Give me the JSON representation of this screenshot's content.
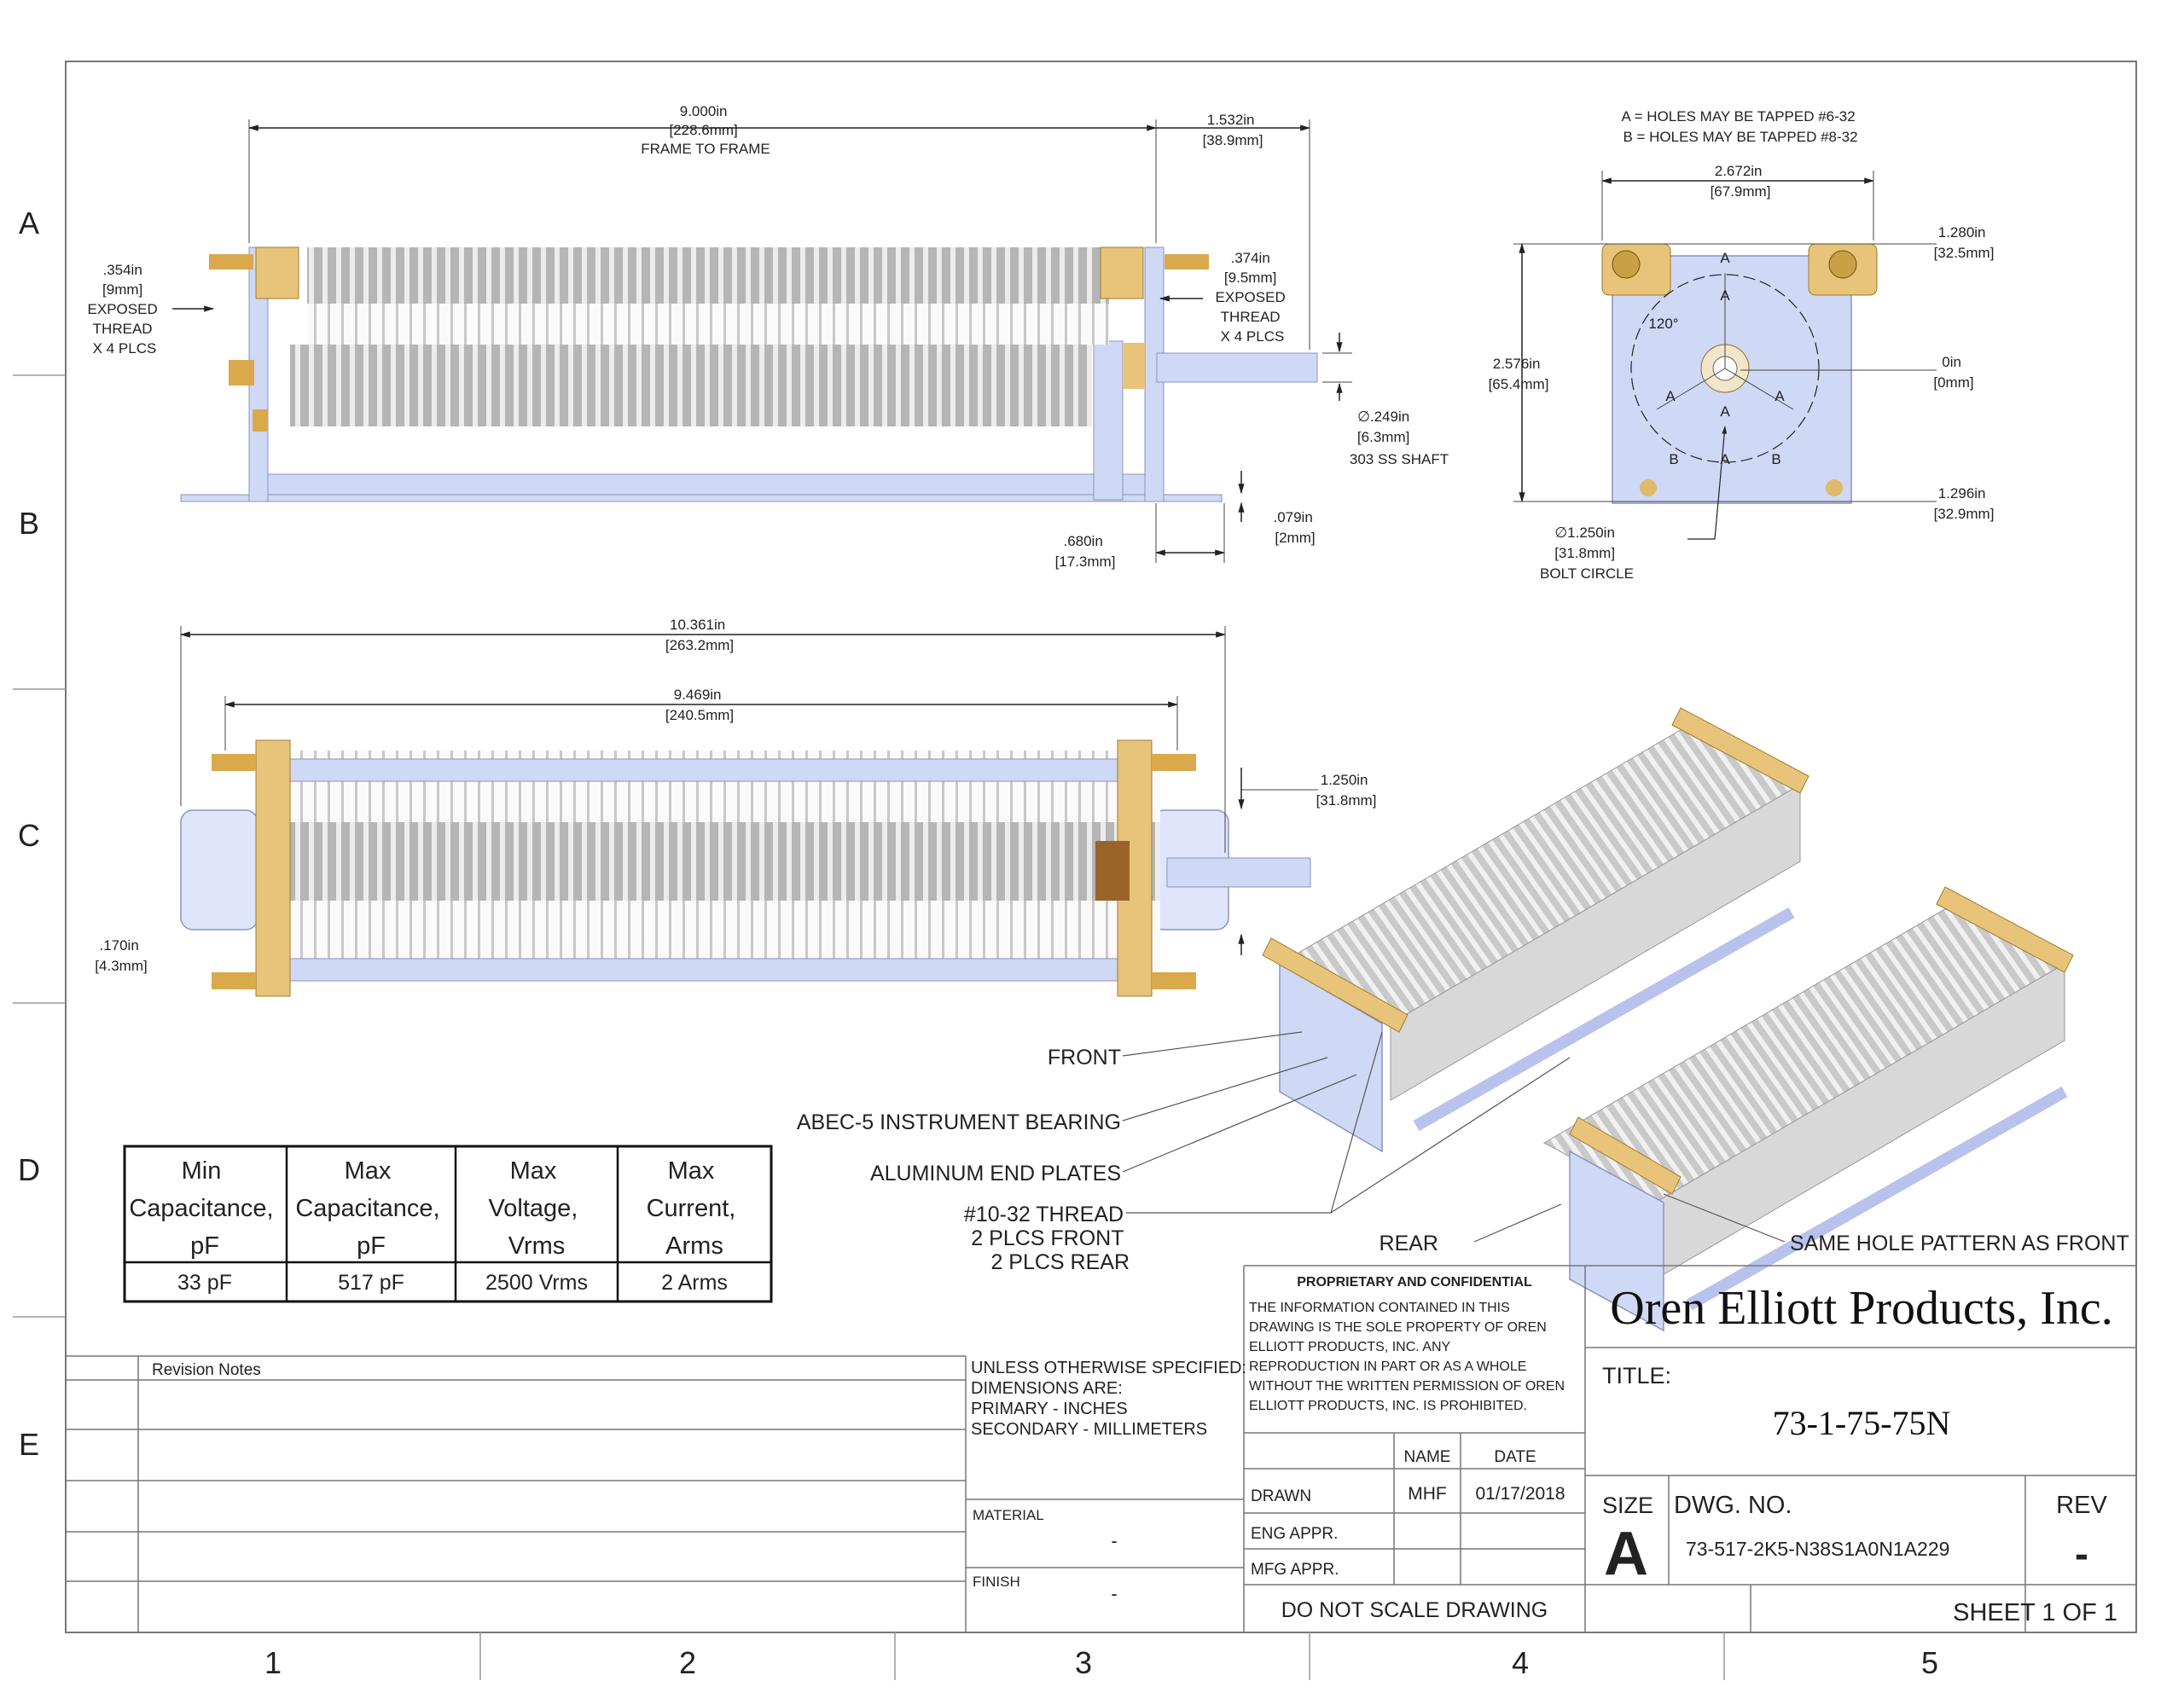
{
  "sheet": {
    "row_zones": [
      "A",
      "B",
      "C",
      "D",
      "E"
    ],
    "col_zones": [
      "1",
      "2",
      "3",
      "4",
      "5"
    ]
  },
  "top_view": {
    "dim_frame": [
      "9.000in",
      "[228.6mm]",
      "FRAME TO FRAME"
    ],
    "dim_shaft_len": [
      "1.532in",
      "[38.9mm]"
    ],
    "dim_thread_left": [
      ".354in",
      "[9mm]",
      "EXPOSED",
      "THREAD",
      "X 4 PLCS"
    ],
    "dim_thread_right": [
      ".374in",
      "[9.5mm]",
      "EXPOSED",
      "THREAD",
      "X 4 PLCS"
    ],
    "dim_shaft_dia": [
      "∅.249in",
      "[6.3mm]",
      "303 SS SHAFT"
    ],
    "dim_plate_thk": [
      ".079in",
      "[2mm]"
    ],
    "dim_foot": [
      ".680in",
      "[17.3mm]"
    ]
  },
  "end_view": {
    "notes": [
      "A = HOLES MAY BE TAPPED #6-32",
      "B = HOLES MAY BE TAPPED #8-32"
    ],
    "dim_width": [
      "2.672in",
      "[67.9mm]"
    ],
    "dim_top": [
      "1.280in",
      "[32.5mm]"
    ],
    "dim_height": [
      "2.576in",
      "[65.4mm]"
    ],
    "dim_zero": [
      "0in",
      "[0mm]"
    ],
    "dim_bottom": [
      "1.296in",
      "[32.9mm]"
    ],
    "dim_bolt": [
      "∅1.250in",
      "[31.8mm]",
      "BOLT CIRCLE"
    ],
    "angle": "120°",
    "hole_a": "A",
    "hole_b": "B"
  },
  "side_view": {
    "dim_overall": [
      "10.361in",
      "[263.2mm]"
    ],
    "dim_frame": [
      "9.469in",
      "[240.5mm]"
    ],
    "dim_shaft_h": [
      "1.250in",
      "[31.8mm]"
    ],
    "dim_slot": [
      ".170in",
      "[4.3mm]"
    ]
  },
  "iso_labels": {
    "front": "FRONT",
    "bearing": "ABEC-5 INSTRUMENT BEARING",
    "plates": "ALUMINUM END PLATES",
    "thread": [
      "#10-32 THREAD",
      "2 PLCS FRONT",
      "2 PLCS REAR"
    ],
    "rear": "REAR",
    "same": "SAME HOLE PATTERN AS FRONT"
  },
  "spec_table": {
    "headers": [
      [
        "Min",
        "Capacitance,",
        "pF"
      ],
      [
        "Max",
        "Capacitance,",
        "pF"
      ],
      [
        "Max",
        "Voltage,",
        "Vrms"
      ],
      [
        "Max",
        "Current,",
        "Arms"
      ]
    ],
    "values": [
      "33 pF",
      "517 pF",
      "2500 Vrms",
      "2 Arms"
    ]
  },
  "title_block": {
    "revision_notes": "Revision Notes",
    "unless": [
      "UNLESS OTHERWISE SPECIFIED:",
      "DIMENSIONS ARE:",
      "PRIMARY - INCHES",
      "SECONDARY - MILLIMETERS"
    ],
    "material_label": "MATERIAL",
    "material_value": "-",
    "finish_label": "FINISH",
    "finish_value": "-",
    "proprietary_title": "PROPRIETARY AND CONFIDENTIAL",
    "proprietary_text": [
      "THE INFORMATION CONTAINED IN THIS",
      "DRAWING IS THE SOLE PROPERTY OF OREN",
      "ELLIOTT PRODUCTS, INC.  ANY",
      "REPRODUCTION IN PART OR AS A WHOLE",
      "WITHOUT THE WRITTEN PERMISSION OF OREN",
      "ELLIOTT PRODUCTS, INC.  IS PROHIBITED."
    ],
    "name_hdr": "NAME",
    "date_hdr": "DATE",
    "drawn": "DRAWN",
    "drawn_name": "MHF",
    "drawn_date": "01/17/2018",
    "eng_appr": "ENG APPR.",
    "mfg_appr": "MFG APPR.",
    "do_not_scale": "DO NOT SCALE DRAWING",
    "company": "Oren Elliott Products, Inc.",
    "title_label": "TITLE:",
    "title_value": "73-1-75-75N",
    "size_label": "SIZE",
    "size_value": "A",
    "dwg_label": "DWG.  NO.",
    "dwg_value": "73-517-2K5-N38S1A0N1A229",
    "rev_label": "REV",
    "rev_value": "-",
    "sheet": "SHEET 1 OF 1"
  },
  "colors": {
    "line": "#333333",
    "frame_blue": "#cfd8f5",
    "brass": "#e0b96a",
    "plate_gray": "#b8b8b8",
    "brown": "#9a6428"
  }
}
